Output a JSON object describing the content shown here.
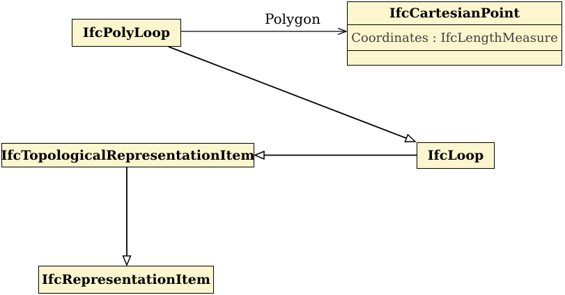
{
  "diagram": {
    "kind": "uml-class-diagram",
    "background_color": "#ffffff",
    "node_fill_color": "#fbf6ce",
    "node_border_color": "#000000",
    "title_text_color": "#000000",
    "attribute_text_color": "#3f3f3f"
  },
  "nodes": {
    "ifc_poly_loop": {
      "label": "IfcPolyLoop"
    },
    "ifc_cartesian_point": {
      "label": "IfcCartesianPoint",
      "attributes": [
        "Coordinates : IfcLengthMeasure"
      ]
    },
    "ifc_loop": {
      "label": "IfcLoop"
    },
    "ifc_topological_representation_item": {
      "label": "IfcTopologicalRepresentationItem"
    },
    "ifc_representation_item": {
      "label": "IfcRepresentationItem"
    }
  },
  "edges": {
    "polygon_association": {
      "label": "Polygon",
      "from": "IfcPolyLoop",
      "to": "IfcCartesianPoint",
      "kind": "association"
    },
    "polyloop_to_loop": {
      "from": "IfcPolyLoop",
      "to": "IfcLoop",
      "kind": "generalization"
    },
    "loop_to_topological_item": {
      "from": "IfcLoop",
      "to": "IfcTopologicalRepresentationItem",
      "kind": "generalization"
    },
    "topological_item_to_representation_item": {
      "from": "IfcTopologicalRepresentationItem",
      "to": "IfcRepresentationItem",
      "kind": "generalization"
    }
  }
}
